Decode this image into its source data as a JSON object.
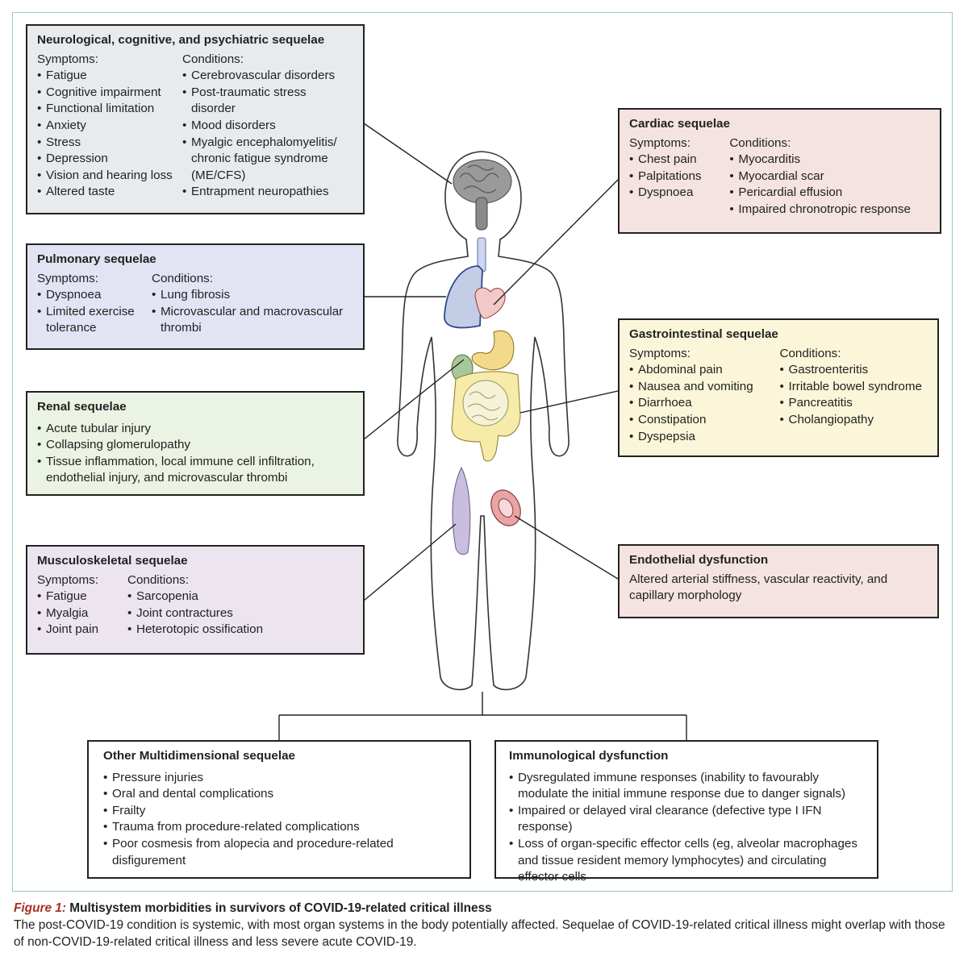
{
  "boxes": {
    "neuro": {
      "title": "Neurological, cognitive, and psychiatric sequelae",
      "symptoms_label": "Symptoms:",
      "symptoms": [
        "Fatigue",
        "Cognitive impairment",
        "Functional limitation",
        "Anxiety",
        "Stress",
        "Depression",
        "Vision and hearing loss",
        "Altered taste"
      ],
      "conditions_label": "Conditions:",
      "conditions": [
        "Cerebrovascular disorders",
        "Post-traumatic stress disorder",
        "Mood disorders",
        "Myalgic encephalomyelitis/ chronic fatigue syndrome (ME/CFS)",
        "Entrapment neuropathies"
      ],
      "bg": "#e8ebee"
    },
    "pulmonary": {
      "title": "Pulmonary sequelae",
      "symptoms_label": "Symptoms:",
      "symptoms": [
        "Dyspnoea",
        "Limited exercise tolerance"
      ],
      "conditions_label": "Conditions:",
      "conditions": [
        "Lung fibrosis",
        "Microvascular and macrovascular thrombi"
      ],
      "bg": "#e2e4f3"
    },
    "renal": {
      "title": "Renal sequelae",
      "items": [
        "Acute tubular injury",
        "Collapsing glomerulopathy",
        "Tissue inflammation, local immune cell infiltration, endothelial injury, and microvascular thrombi"
      ],
      "bg": "#eaf3e4"
    },
    "musculo": {
      "title": "Musculoskeletal sequelae",
      "symptoms_label": "Symptoms:",
      "symptoms": [
        "Fatigue",
        "Myalgia",
        "Joint pain"
      ],
      "conditions_label": "Conditions:",
      "conditions": [
        "Sarcopenia",
        "Joint contractures",
        "Heterotopic ossification"
      ],
      "bg": "#ece4ef"
    },
    "cardiac": {
      "title": "Cardiac sequelae",
      "symptoms_label": "Symptoms:",
      "symptoms": [
        "Chest pain",
        "Palpitations",
        "Dyspnoea"
      ],
      "conditions_label": "Conditions:",
      "conditions": [
        "Myocarditis",
        "Myocardial scar",
        "Pericardial effusion",
        "Impaired chronotropic response"
      ],
      "bg": "#f4e3e1"
    },
    "gastro": {
      "title": "Gastrointestinal sequelae",
      "symptoms_label": "Symptoms:",
      "symptoms": [
        "Abdominal pain",
        "Nausea and vomiting",
        "Diarrhoea",
        "Constipation",
        "Dyspepsia"
      ],
      "conditions_label": "Conditions:",
      "conditions": [
        "Gastroenteritis",
        "Irritable bowel syndrome",
        "Pancreatitis",
        "Cholangiopathy"
      ],
      "bg": "#fbf6da"
    },
    "endothelial": {
      "title": "Endothelial dysfunction",
      "text": "Altered arterial stiffness, vascular reactivity, and capillary morphology",
      "bg": "#f4e3e1"
    },
    "other": {
      "title": "Other Multidimensional sequelae",
      "items": [
        "Pressure injuries",
        "Oral and dental complications",
        "Frailty",
        "Trauma from procedure-related complications",
        "Poor cosmesis from alopecia and procedure-related disfigurement"
      ],
      "bg": "#ffffff"
    },
    "immuno": {
      "title": "Immunological dysfunction",
      "items": [
        "Dysregulated immune responses (inability to favourably modulate the initial immune response due to danger signals)",
        "Impaired or delayed viral clearance (defective type I IFN response)",
        "Loss of organ-specific effector cells (eg, alveolar macrophages and tissue resident memory lymphocytes) and circulating effector cells"
      ],
      "bg": "#ffffff"
    }
  },
  "caption": {
    "figure_label": "Figure 1:",
    "title": "Multisystem morbidities in survivors of COVID-19-related critical illness",
    "text": "The post-COVID-19 condition is systemic, with most organ systems in the body potentially affected. Sequelae of COVID-19-related critical illness might overlap with those of non-COVID-19-related critical illness and less severe acute COVID-19."
  },
  "colors": {
    "brain": "#9a9a9a",
    "lung": "#c4cde6",
    "lung_edge": "#2d4a8a",
    "heart": "#f2c9c6",
    "stomach": "#f3d98a",
    "intestine": "#f6eba8",
    "small_intestine": "#f5f2d7",
    "kidney": "#a7c89a",
    "muscle": "#c9bde0",
    "vessel": "#e9a4a4",
    "caption_accent": "#a83224",
    "frame": "#9cc9bd"
  }
}
